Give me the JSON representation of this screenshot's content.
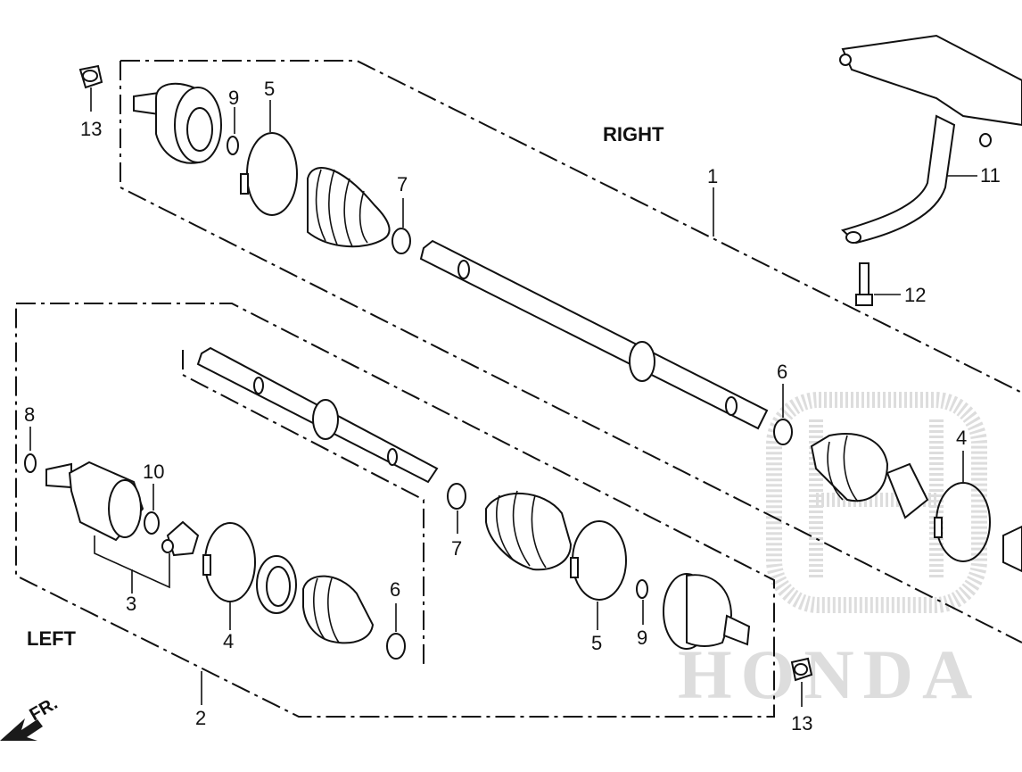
{
  "diagram": {
    "groups": {
      "right": "RIGHT",
      "left": "LEFT"
    },
    "direction_marker": "FR.",
    "watermark": "HONDA",
    "callouts": {
      "r13": "13",
      "r9": "9",
      "r5": "5",
      "r7": "7",
      "r1": "1",
      "r11": "11",
      "r12": "12",
      "r6": "6",
      "r4": "4",
      "l8": "8",
      "l10": "10",
      "l3": "3",
      "l4": "4",
      "l6": "6",
      "l7": "7",
      "l5": "5",
      "l9": "9",
      "l2": "2",
      "l13": "13"
    }
  }
}
